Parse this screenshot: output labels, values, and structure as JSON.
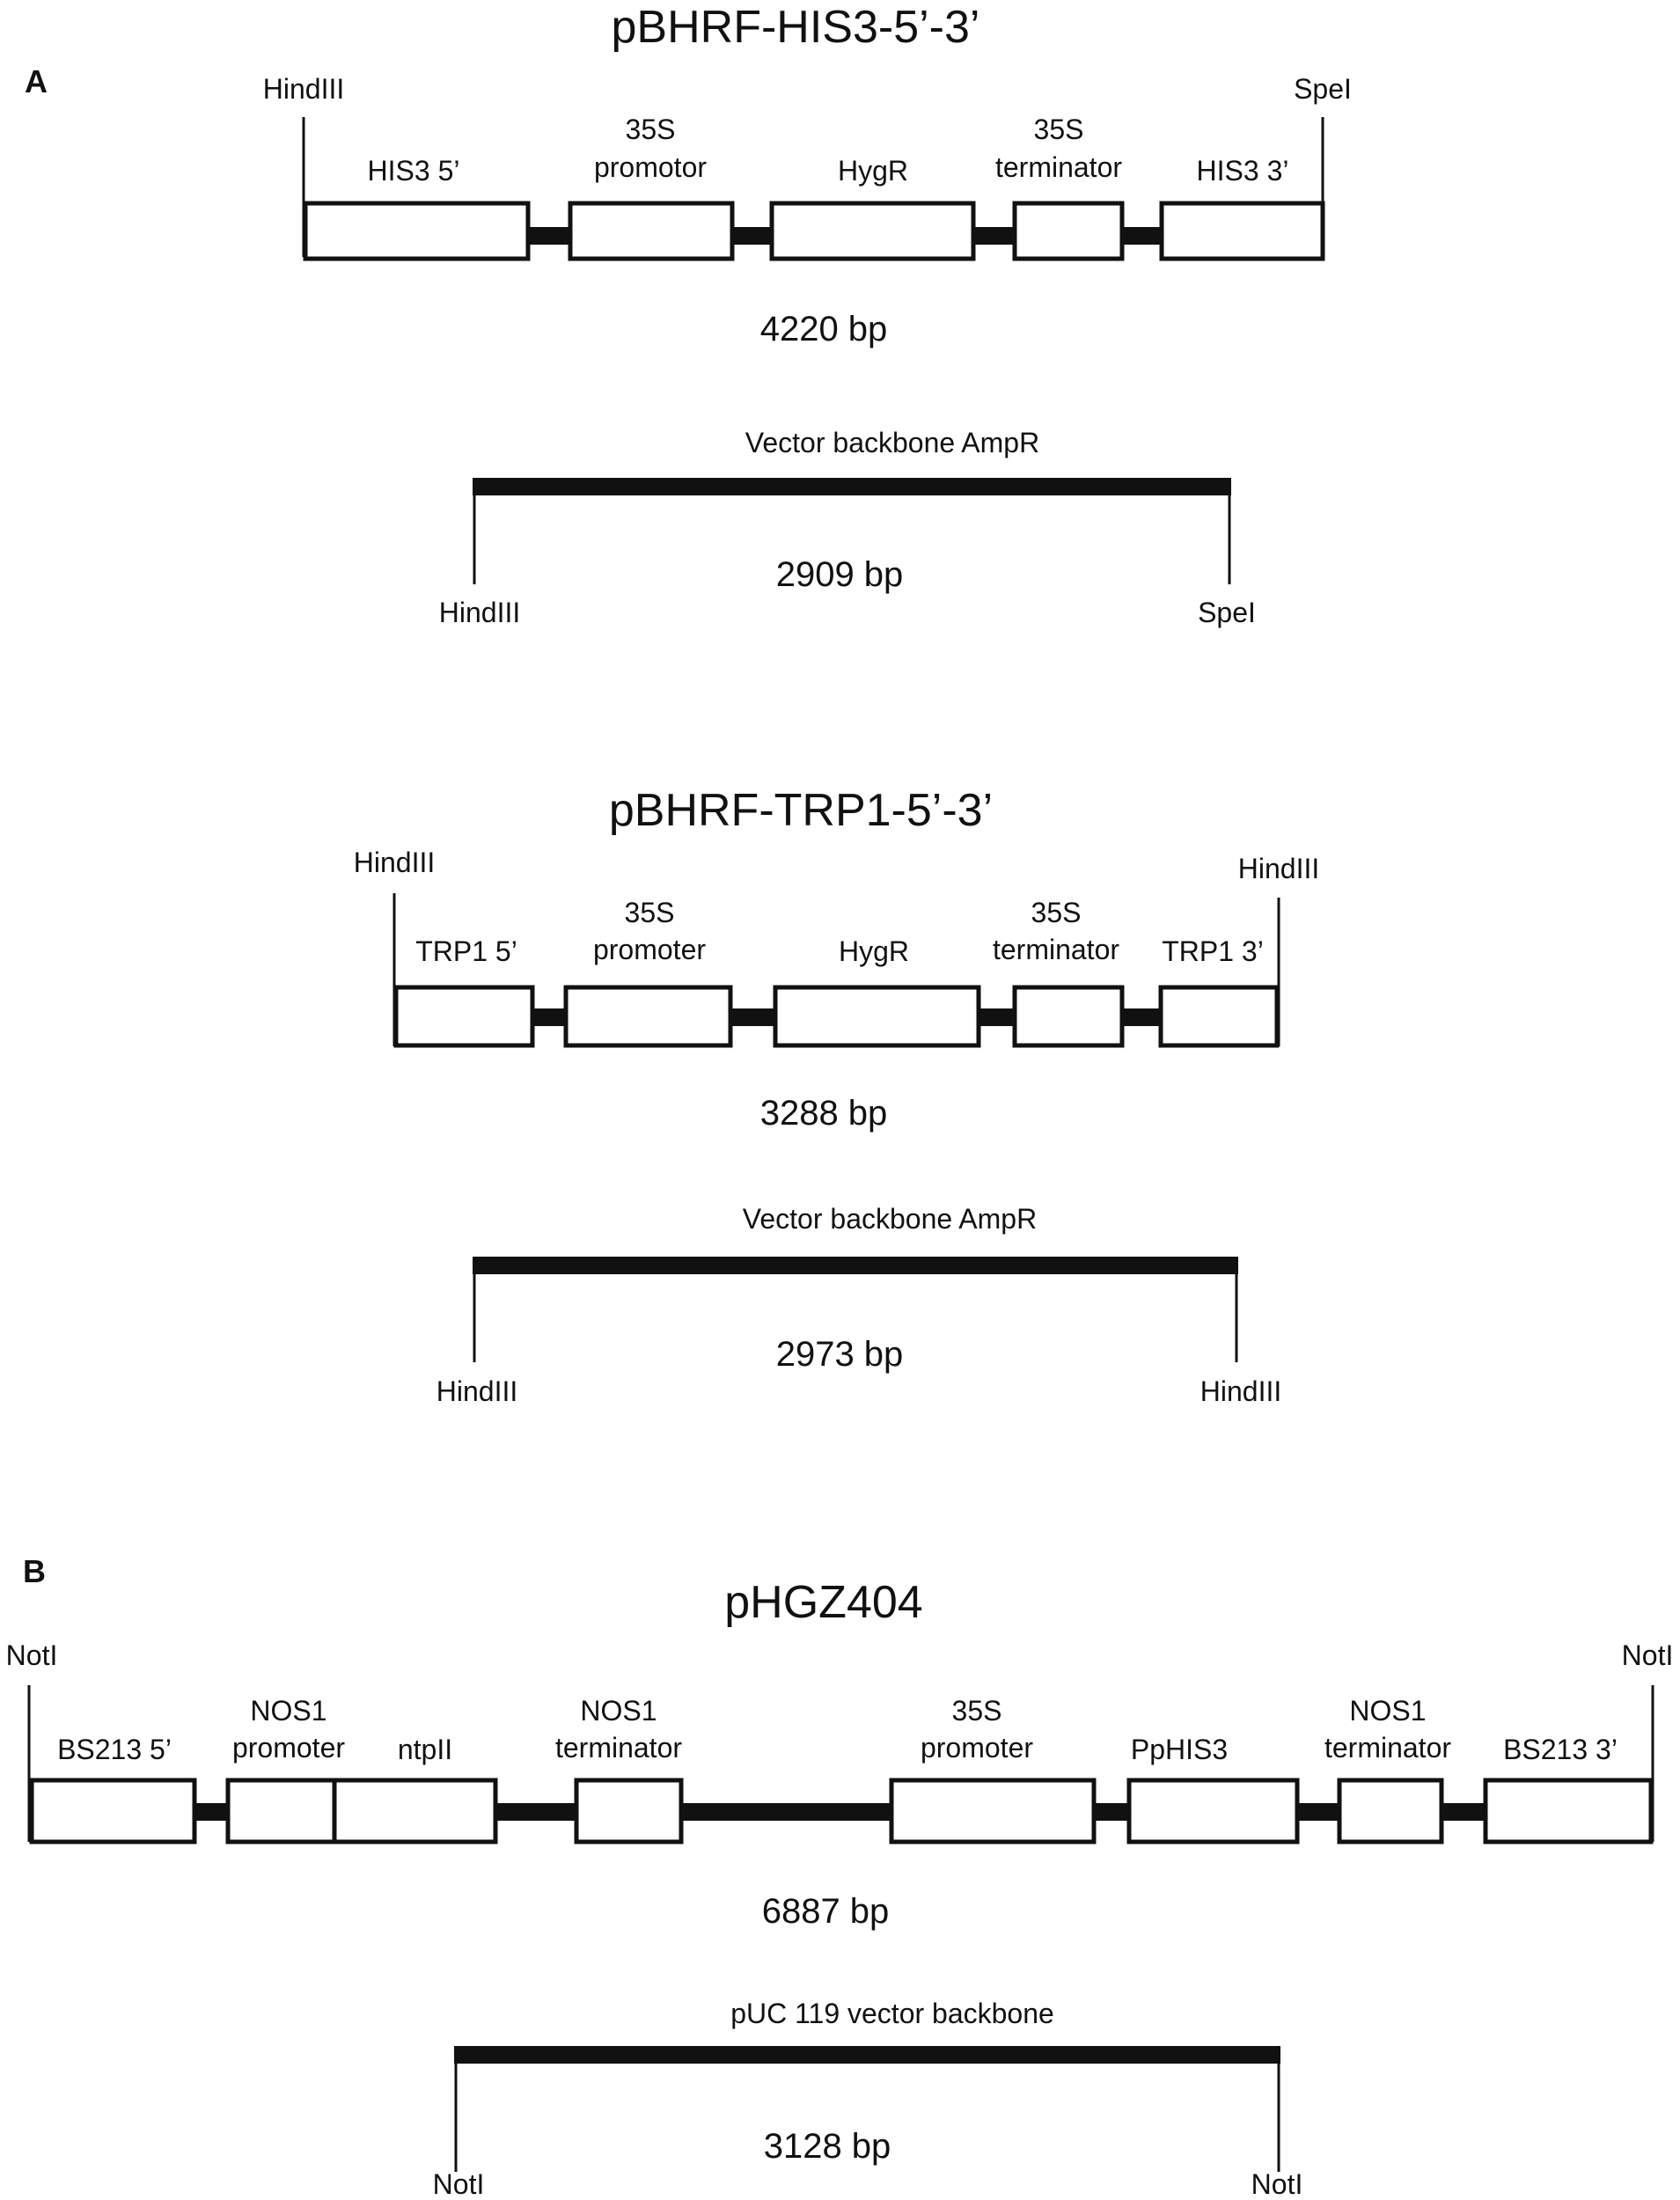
{
  "panels": [
    {
      "label": "A",
      "constructs": [
        {
          "id": "his3",
          "title": "pBHRF-HIS3-5’-3’",
          "left_site": "HindIII",
          "right_site": "SpeI",
          "elements": [
            {
              "lines": [
                "HIS3 5’"
              ]
            },
            {
              "lines": [
                "35S",
                "promotor"
              ]
            },
            {
              "lines": [
                "HygR"
              ]
            },
            {
              "lines": [
                "35S",
                "terminator"
              ]
            },
            {
              "lines": [
                "HIS3 3’"
              ]
            }
          ],
          "size": "4220 bp",
          "backbone": {
            "label": "Vector backbone AmpR",
            "size": "2909 bp",
            "left_site": "HindIII",
            "right_site": "SpeI"
          }
        },
        {
          "id": "trp1",
          "title": "pBHRF-TRP1-5’-3’",
          "left_site": "HindIII",
          "right_site": "HindIII",
          "elements": [
            {
              "lines": [
                "TRP1 5’"
              ]
            },
            {
              "lines": [
                "35S",
                "promoter"
              ]
            },
            {
              "lines": [
                "HygR"
              ]
            },
            {
              "lines": [
                "35S",
                "terminator"
              ]
            },
            {
              "lines": [
                "TRP1 3’"
              ]
            }
          ],
          "size": "3288 bp",
          "backbone": {
            "label": "Vector backbone AmpR",
            "size": "2973 bp",
            "left_site": "HindIII",
            "right_site": "HindIII"
          }
        }
      ]
    },
    {
      "label": "B",
      "constructs": [
        {
          "id": "phgz404",
          "title": "pHGZ404",
          "left_site": "NotI",
          "right_site": "NotI",
          "elements": [
            {
              "lines": [
                "BS213 5’"
              ]
            },
            {
              "lines": [
                "NOS1",
                "promoter"
              ]
            },
            {
              "lines": [
                "ntpII"
              ]
            },
            {
              "lines": [
                "NOS1",
                "terminator"
              ]
            },
            {
              "lines": [
                "35S",
                "promoter"
              ]
            },
            {
              "lines": [
                "PpHIS3"
              ]
            },
            {
              "lines": [
                "NOS1",
                "terminator"
              ]
            },
            {
              "lines": [
                "BS213 3’"
              ]
            }
          ],
          "size": "6887 bp",
          "backbone": {
            "label": "pUC 119 vector backbone",
            "size": "3128 bp",
            "left_site": "NotI",
            "right_site": "NotI"
          }
        }
      ]
    }
  ]
}
